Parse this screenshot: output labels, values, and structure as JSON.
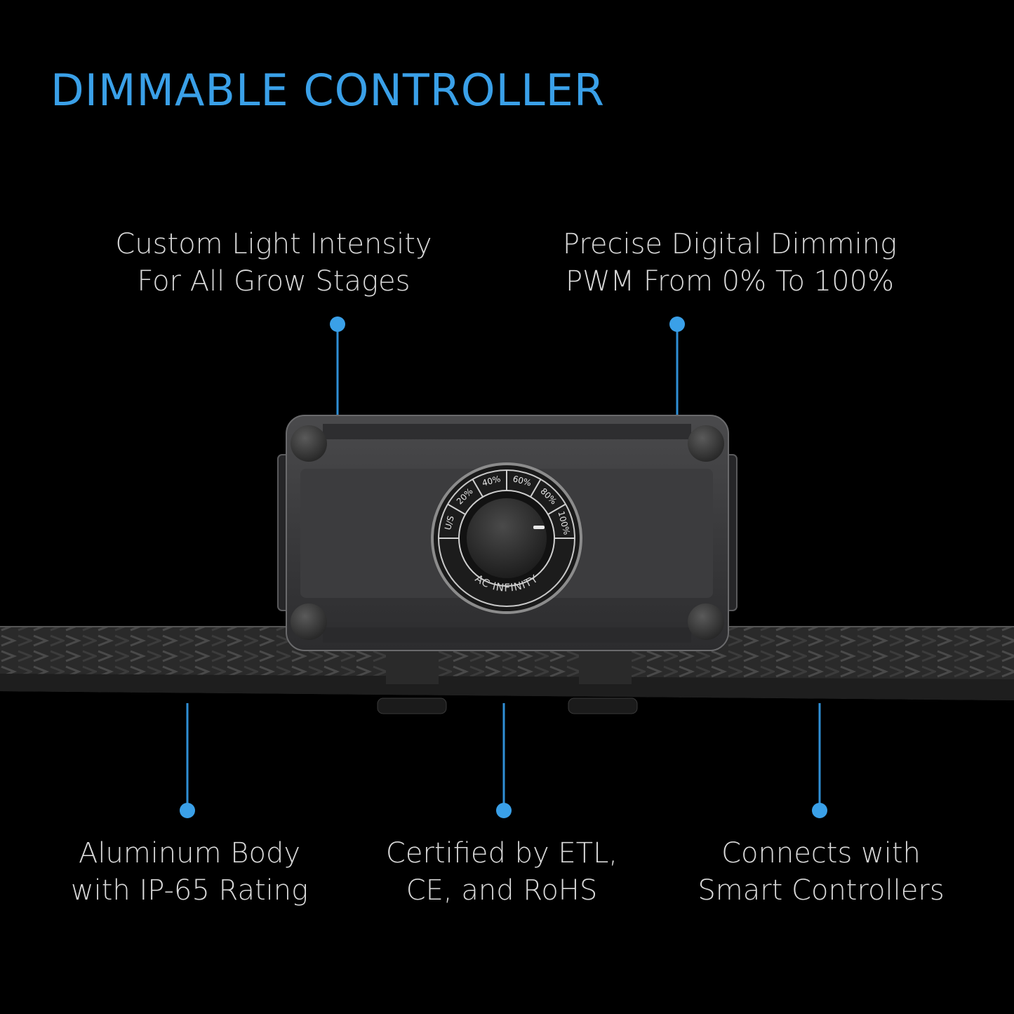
{
  "title": "DIMMABLE CONTROLLER",
  "colors": {
    "accent": "#3aa0e8",
    "background": "#000000",
    "text": "#d8d8d8"
  },
  "callouts": {
    "top_left": {
      "line1": "Custom Light Intensity",
      "line2": "For All Grow Stages"
    },
    "top_right": {
      "line1": "Precise Digital Dimming",
      "line2": "PWM From 0% To 100%"
    },
    "bottom_left": {
      "line1": "Aluminum Body",
      "line2": "with IP-65 Rating"
    },
    "bottom_mid": {
      "line1": "Certified by ETL,",
      "line2": "CE, and RoHS"
    },
    "bottom_right": {
      "line1": "Connects with",
      "line2": "Smart Controllers"
    }
  },
  "dial": {
    "scale": [
      "U/S",
      "20%",
      "40%",
      "60%",
      "80%",
      "100%"
    ],
    "brand": "AC INFINITY"
  },
  "icons": [
    "callout-dot-icon",
    "dimmer-knob-icon"
  ]
}
